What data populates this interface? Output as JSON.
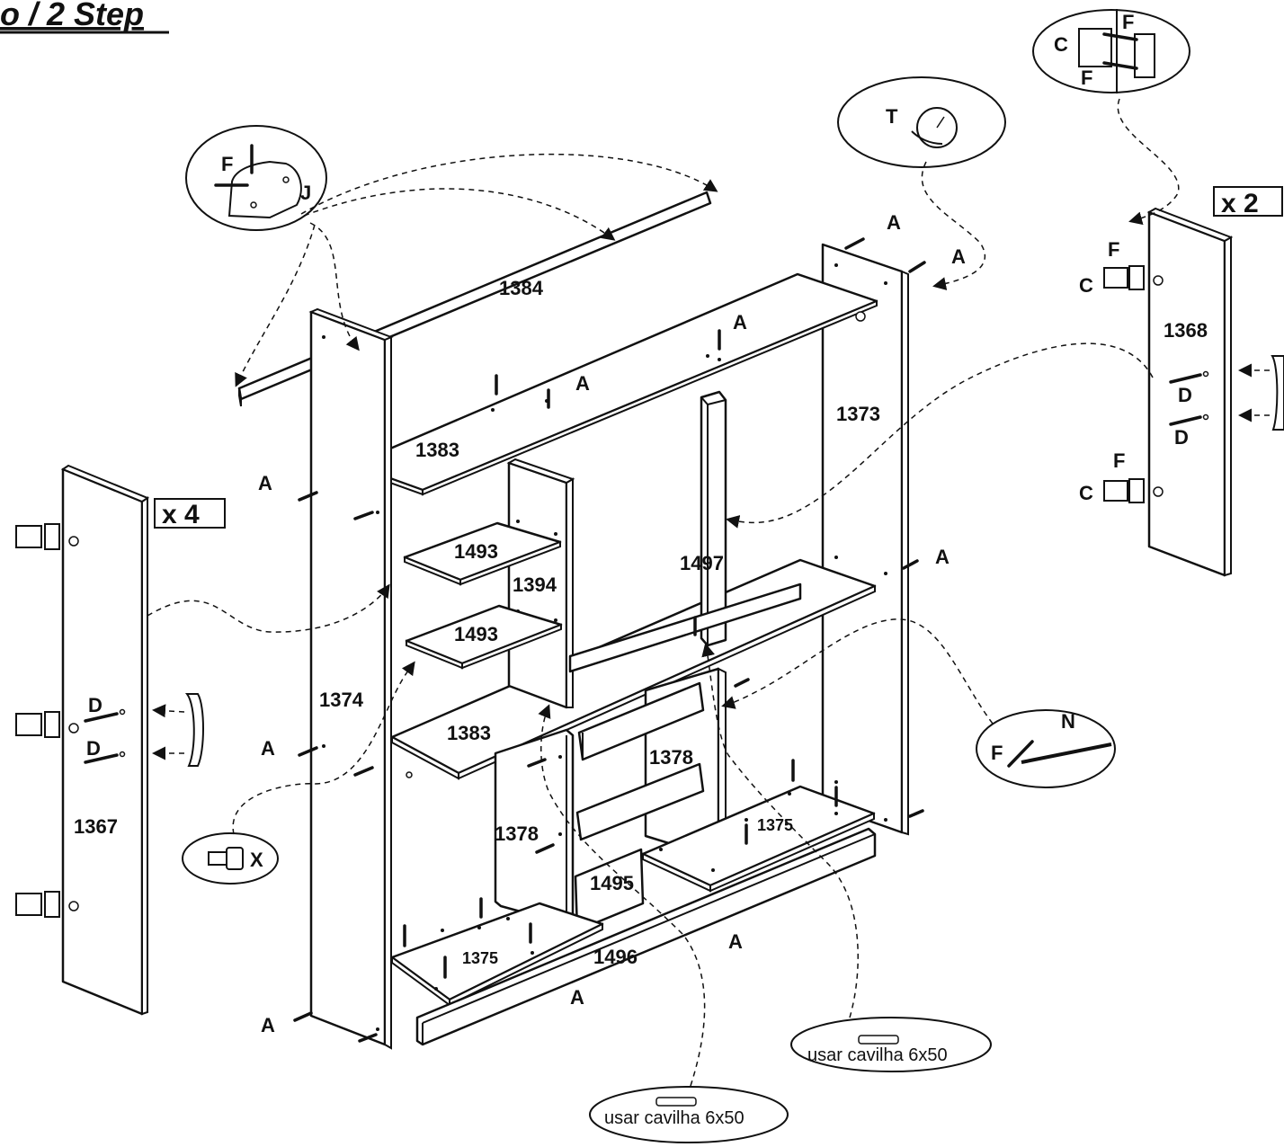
{
  "title": "o / 2 Step",
  "parts": {
    "top_rail": "1384",
    "top_shelf": "1383",
    "middle_shelf": "1383",
    "right_side": "1373",
    "left_side": "1374",
    "center_divider_upper": "1394",
    "small_shelf_upper": "1493",
    "small_shelf_lower": "1493",
    "center_post": "1497",
    "lower_divider_left": "1378",
    "lower_divider_right": "1378",
    "bottom_right": "1375",
    "bottom_left": "1375",
    "drawer_rail": "1495",
    "plinth": "1496",
    "left_door": "1367",
    "right_door": "1368"
  },
  "multipliers": {
    "left": "x 4",
    "right": "x 2"
  },
  "hardware": {
    "A": "A",
    "C": "C",
    "D": "D",
    "F": "F",
    "J": "J",
    "N": "N",
    "T": "T",
    "X": "X"
  },
  "notes": {
    "dowel_right": "usar cavilha 6x50",
    "dowel_left": "usar cavilha 6x50"
  },
  "colors": {
    "ink": "#111111",
    "paper": "#ffffff"
  }
}
